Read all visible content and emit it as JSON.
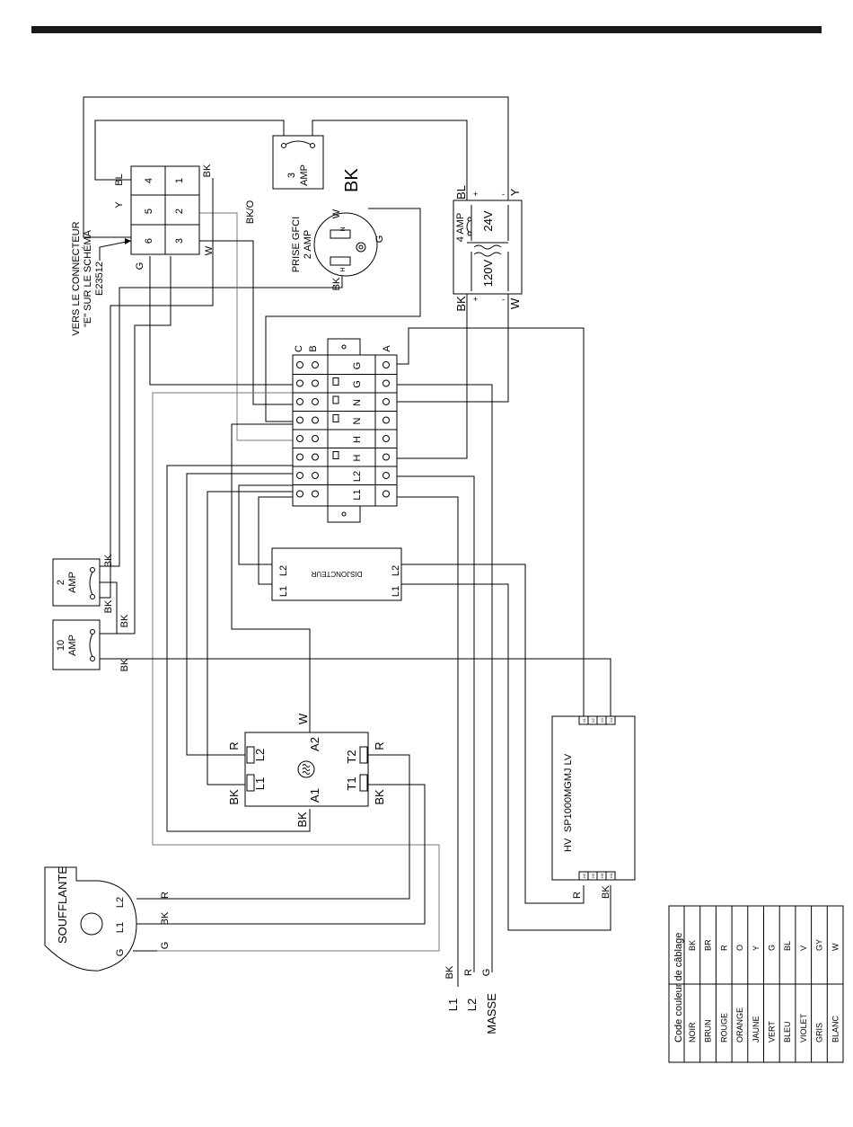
{
  "fuse_3amp": {
    "value": "3",
    "unit": "AMP"
  },
  "bk_big": "BK",
  "terminal_block_left": {
    "numbers": [
      "4",
      "1",
      "5",
      "2",
      "6",
      "3"
    ],
    "wire_bl": "BL",
    "wire_bk": "BK",
    "wire_y": "Y",
    "wire_bko": "BK/O",
    "wire_w": "W",
    "wire_g": "G",
    "connector_note": [
      "VERS LE CONNECTEUR",
      "\"E\" SUR LE SCHÉMA",
      "E23512"
    ]
  },
  "gfci": {
    "title": "PRISE GFCI",
    "rating": "2 AMP",
    "w": "W",
    "g": "G",
    "bk": "BK",
    "n": "N",
    "h": "H"
  },
  "transformer": {
    "fuse": "4 AMP",
    "secondary": "24V",
    "primary": "120V",
    "bl": "BL",
    "y": "Y",
    "bk": "BK",
    "w": "W",
    "plus": "+",
    "minus": "-"
  },
  "main_block": {
    "top_labels": [
      "C",
      "B",
      "A"
    ],
    "rows": [
      "G",
      "G",
      "N",
      "N",
      "H",
      "H",
      "L2",
      "L1"
    ]
  },
  "breaker": {
    "name": "DISJONCTEUR",
    "l1": "L1",
    "l2": "L2"
  },
  "fuse_2amp": {
    "value": "2",
    "unit": "AMP",
    "bk1": "BK",
    "bk2": "BK",
    "bk3": "BK"
  },
  "fuse_10amp": {
    "value": "10",
    "unit": "AMP",
    "bk": "BK"
  },
  "contactor": {
    "w": "W",
    "r_left": "R",
    "l2": "L2",
    "a2": "A2",
    "t2": "T2",
    "r_right": "R",
    "bk_left": "BK",
    "l1": "L1",
    "a1": "A1",
    "t1": "T1",
    "bk_right": "BK",
    "bk_bottom": "BK"
  },
  "controller": {
    "model": "SP1000MGMJ LV",
    "hv": "HV",
    "lv_terms": [
      "X1",
      "X2",
      "X3",
      "X4"
    ],
    "hv_terms": [
      "H1",
      "H2",
      "H3",
      "H4"
    ],
    "r": "R",
    "bk": "BK"
  },
  "blower": {
    "title": "SOUFFLANTE",
    "l2": "L2",
    "l1": "L1",
    "g": "G",
    "r": "R",
    "bk": "BK",
    "gw": "G"
  },
  "supply": {
    "wire_bk": "BK",
    "wire_r": "R",
    "wire_g": "G",
    "l1": "L1",
    "l2": "L2",
    "masse": "MASSE"
  },
  "color_code": {
    "title": "Code couleur de câblage",
    "rows": [
      {
        "name": "NOIR",
        "code": "BK"
      },
      {
        "name": "BRUN",
        "code": "BR"
      },
      {
        "name": "ROUGE",
        "code": "R"
      },
      {
        "name": "ORANGE",
        "code": "O"
      },
      {
        "name": "JAUNE",
        "code": "Y"
      },
      {
        "name": "VERT",
        "code": "G"
      },
      {
        "name": "BLEU",
        "code": "BL"
      },
      {
        "name": "VIOLET",
        "code": "V"
      },
      {
        "name": "GRIS",
        "code": "GY"
      },
      {
        "name": "BLANC",
        "code": "W"
      }
    ]
  }
}
